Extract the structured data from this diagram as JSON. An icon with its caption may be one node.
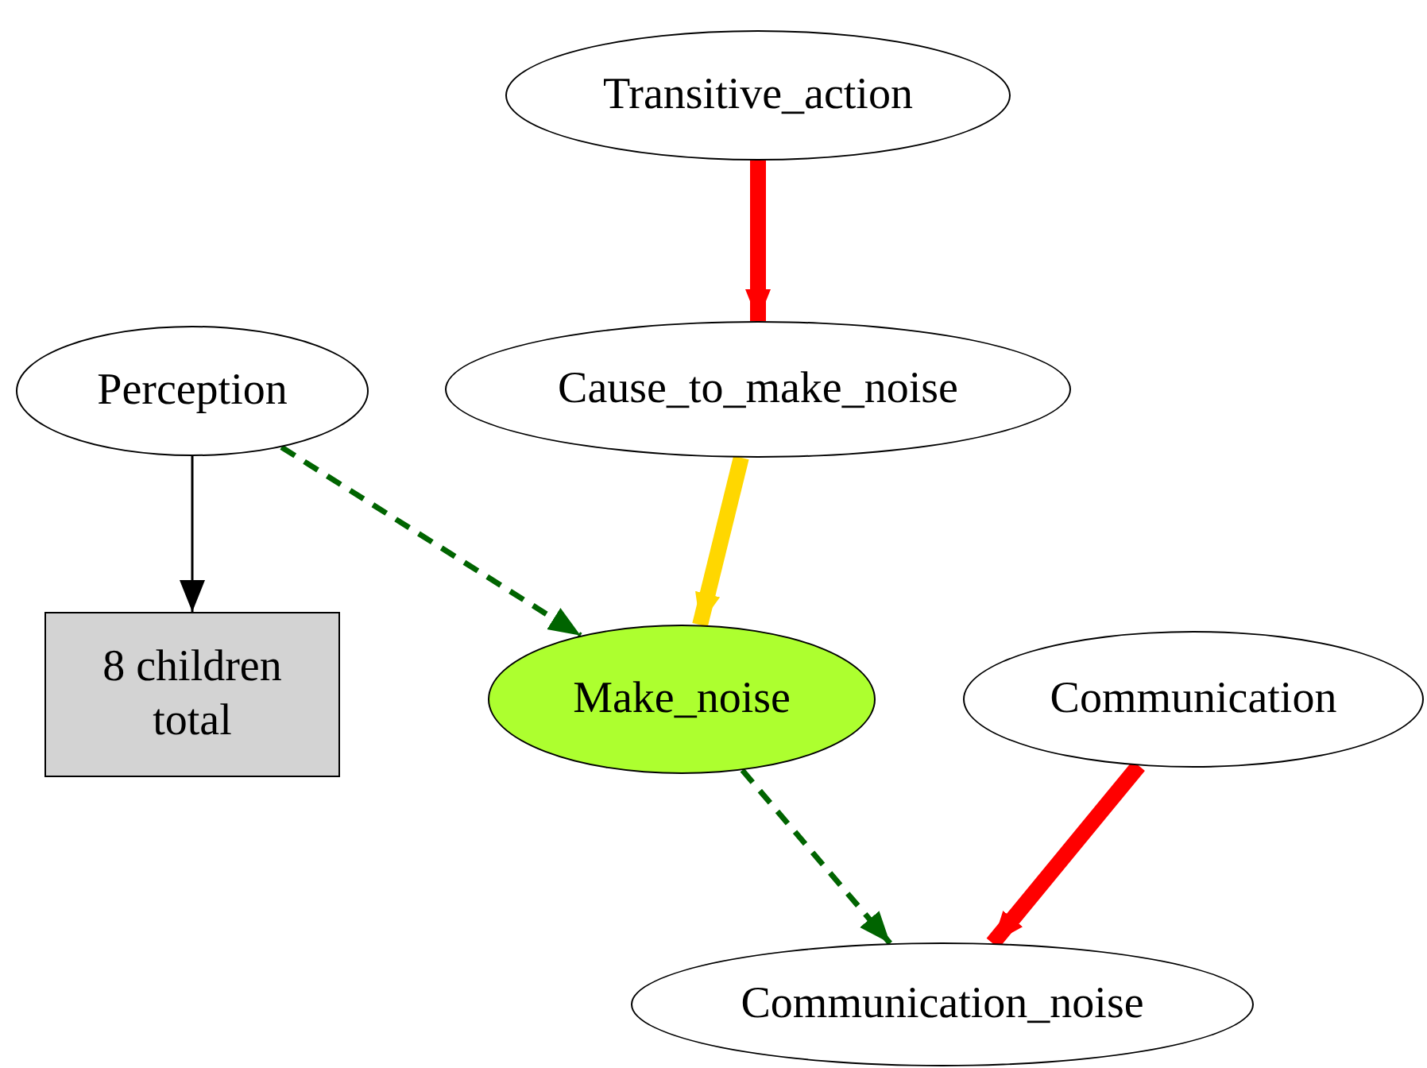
{
  "diagram": {
    "nodes": [
      {
        "text": [
          "Transitive_action"
        ]
      },
      {
        "text": [
          "Perception"
        ]
      },
      {
        "text": [
          "Cause_to_make_noise"
        ]
      },
      {
        "text": [
          "8 children total"
        ]
      },
      {
        "text": [
          "Make_noise"
        ]
      },
      {
        "text": [
          "Communication"
        ]
      },
      {
        "text": [
          "Communication_noise"
        ]
      }
    ],
    "edges": [
      {
        "from": 0,
        "to": 2,
        "arrow": "to",
        "style": "thick",
        "color": "#ff0000"
      },
      {
        "from": 1,
        "to": 3,
        "arrow": "to",
        "color": "#000000"
      },
      {
        "from": 1,
        "to": 4,
        "arrow": "to",
        "style": "dashed",
        "color": "#006400"
      },
      {
        "from": 2,
        "to": 4,
        "arrow": "to",
        "style": "thick",
        "color": "#ffd700"
      },
      {
        "from": 4,
        "to": 6,
        "arrow": "to",
        "style": "dashed",
        "color": "#006400"
      },
      {
        "from": 5,
        "to": 6,
        "arrow": "to",
        "style": "thick",
        "color": "#ff0000"
      }
    ]
  }
}
